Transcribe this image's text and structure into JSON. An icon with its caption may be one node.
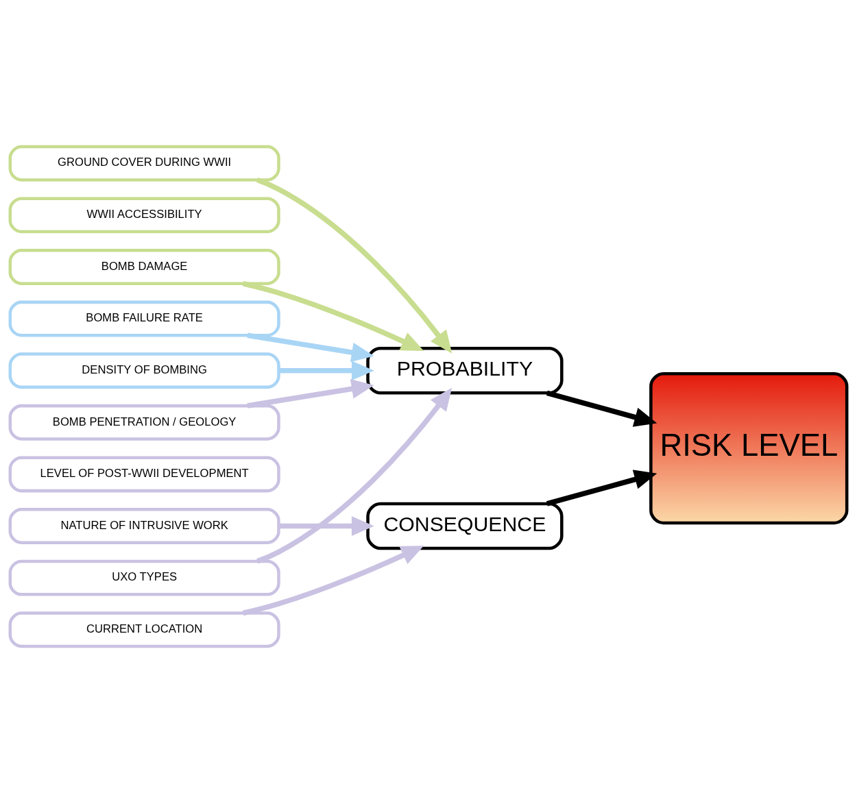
{
  "diagram": {
    "nodes": [
      {
        "text": [
          "GROUND COVER DURING WWII"
        ]
      },
      {
        "text": [
          "WWII ACCESSIBILITY"
        ]
      },
      {
        "text": [
          "BOMB DAMAGE"
        ]
      },
      {
        "text": [
          "BOMB FAILURE RATE"
        ]
      },
      {
        "text": [
          "DENSITY OF BOMBING"
        ]
      },
      {
        "text": [
          "BOMB PENETRATION / GEOLOGY"
        ]
      },
      {
        "text": [
          "LEVEL OF POST-WWII DEVELOPMENT"
        ]
      },
      {
        "text": [
          "NATURE OF INTRUSIVE WORK"
        ]
      },
      {
        "text": [
          "UXO TYPES"
        ]
      },
      {
        "text": [
          "CURRENT LOCATION"
        ]
      },
      {
        "text": [
          "PROBABILITY"
        ]
      },
      {
        "text": [
          "CONSEQUENCE"
        ]
      },
      {
        "text": [
          "RISK LEVEL"
        ]
      }
    ],
    "edges": [
      {
        "from": 0,
        "to": 10,
        "arrow": "to",
        "color": "#c8dd8f"
      },
      {
        "from": 2,
        "to": 10,
        "arrow": "to",
        "color": "#c8dd8f"
      },
      {
        "from": 3,
        "to": 10,
        "arrow": "to",
        "color": "#a9d5f5"
      },
      {
        "from": 4,
        "to": 10,
        "arrow": "to",
        "color": "#a9d5f5"
      },
      {
        "from": 5,
        "to": 10,
        "arrow": "to",
        "color": "#c9c2e2"
      },
      {
        "from": 8,
        "to": 10,
        "arrow": "to",
        "color": "#c9c2e2"
      },
      {
        "from": 7,
        "to": 11,
        "arrow": "to",
        "color": "#c9c2e2"
      },
      {
        "from": 9,
        "to": 11,
        "arrow": "to",
        "color": "#c9c2e2"
      },
      {
        "from": 10,
        "to": 12,
        "arrow": "to",
        "color": "#000000"
      },
      {
        "from": 11,
        "to": 12,
        "arrow": "to",
        "color": "#000000"
      }
    ]
  }
}
